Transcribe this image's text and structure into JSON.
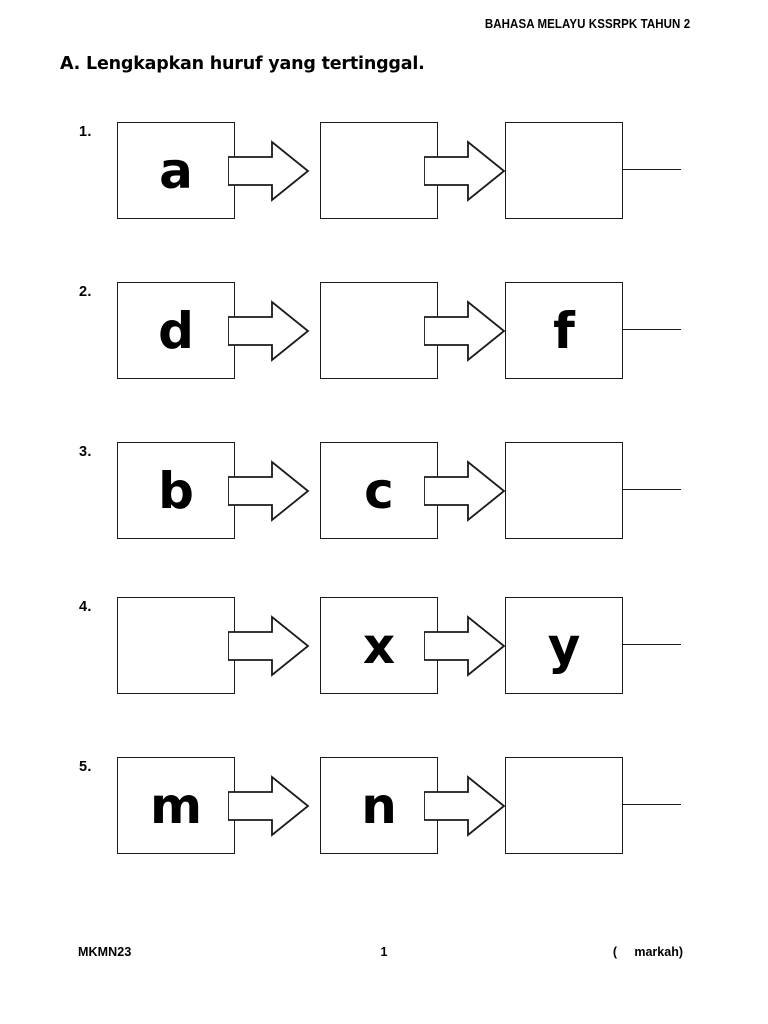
{
  "header": {
    "title": "BAHASA MELAYU KSSRPK TAHUN 2"
  },
  "instruction": {
    "text": "A. Lengkapkan huruf yang tertinggal."
  },
  "worksheet": {
    "section": "A",
    "arrow_icon": "right-block-arrow-icon",
    "rows": [
      {
        "number": "1.",
        "cells": [
          "a",
          "",
          ""
        ],
        "answer_line": true
      },
      {
        "number": "2.",
        "cells": [
          "d",
          "",
          "f"
        ],
        "answer_line": true
      },
      {
        "number": "3.",
        "cells": [
          "b",
          "c",
          ""
        ],
        "answer_line": true
      },
      {
        "number": "4.",
        "cells": [
          "",
          "x",
          "y"
        ],
        "answer_line": true
      },
      {
        "number": "5.",
        "cells": [
          "m",
          "n",
          ""
        ],
        "answer_line": true
      }
    ]
  },
  "footer": {
    "code": "MKMN23",
    "page": "1",
    "marks": "(     markah)"
  },
  "colors": {
    "ink": "#000000",
    "stroke": "#1a1a1a",
    "paper": "#ffffff"
  }
}
